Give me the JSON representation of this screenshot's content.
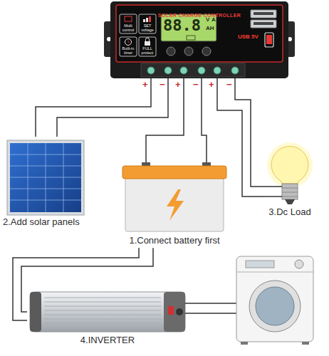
{
  "diagram": {
    "nodes": [
      {
        "text": [
          "SOLAR CHARGE CONTROLLER"
        ]
      },
      {
        "text": [
          "2.Add solar panels"
        ]
      },
      {
        "text": [
          "1.Connect battery first"
        ]
      },
      {
        "text": [
          "3.Dc Load"
        ]
      },
      {
        "text": [
          "4.INVERTER"
        ]
      }
    ],
    "edges": [
      {
        "from": 0,
        "to": 1,
        "arrow": "none"
      },
      {
        "from": 0,
        "to": 2,
        "arrow": "none"
      },
      {
        "from": 0,
        "to": 3,
        "arrow": "none"
      },
      {
        "from": 2,
        "to": 4,
        "arrow": "none"
      }
    ],
    "labels": [
      "Multi control",
      "SET voltage",
      "Built-in timer",
      "FULL protect",
      "88.8",
      "V",
      "A",
      "AH",
      "USB 5V",
      "+",
      "−",
      "+",
      "−",
      "+",
      "−"
    ]
  }
}
